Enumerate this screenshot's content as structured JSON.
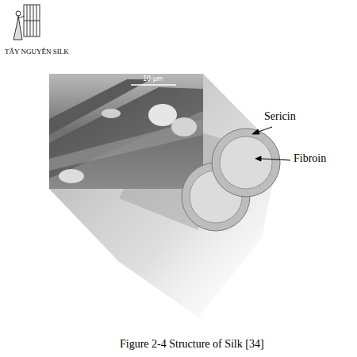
{
  "diagram": {
    "caption": "Figure 2-4 Structure of Silk [34]",
    "labels": [
      "TÂY NGUYÊN SILK",
      "10 μm",
      "Sericin",
      "Fibroin"
    ]
  }
}
